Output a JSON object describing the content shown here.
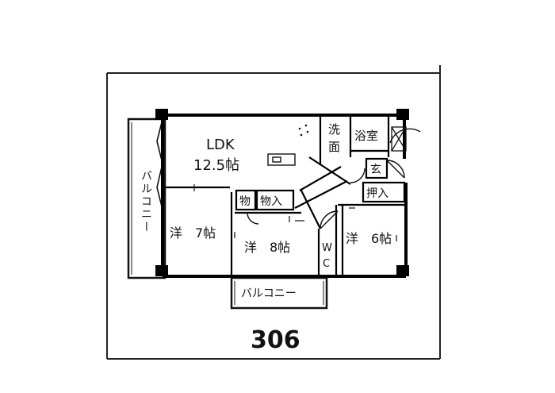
{
  "rooms": {
    "ldk_name": "LDK",
    "ldk_size": "12.5帖",
    "western1": "洋　7帖",
    "western2": "洋　8帖",
    "western3": "洋　6帖",
    "storage1": "物",
    "storage2": "物入",
    "closet": "押入",
    "washroom_a": "洗",
    "washroom_b": "面",
    "bathroom": "浴室",
    "entrance": "玄",
    "wc_a": "W",
    "wc_b": "C"
  },
  "balcony": {
    "west": "バルコニー",
    "south": "バルコニー"
  },
  "unit_number": "306"
}
